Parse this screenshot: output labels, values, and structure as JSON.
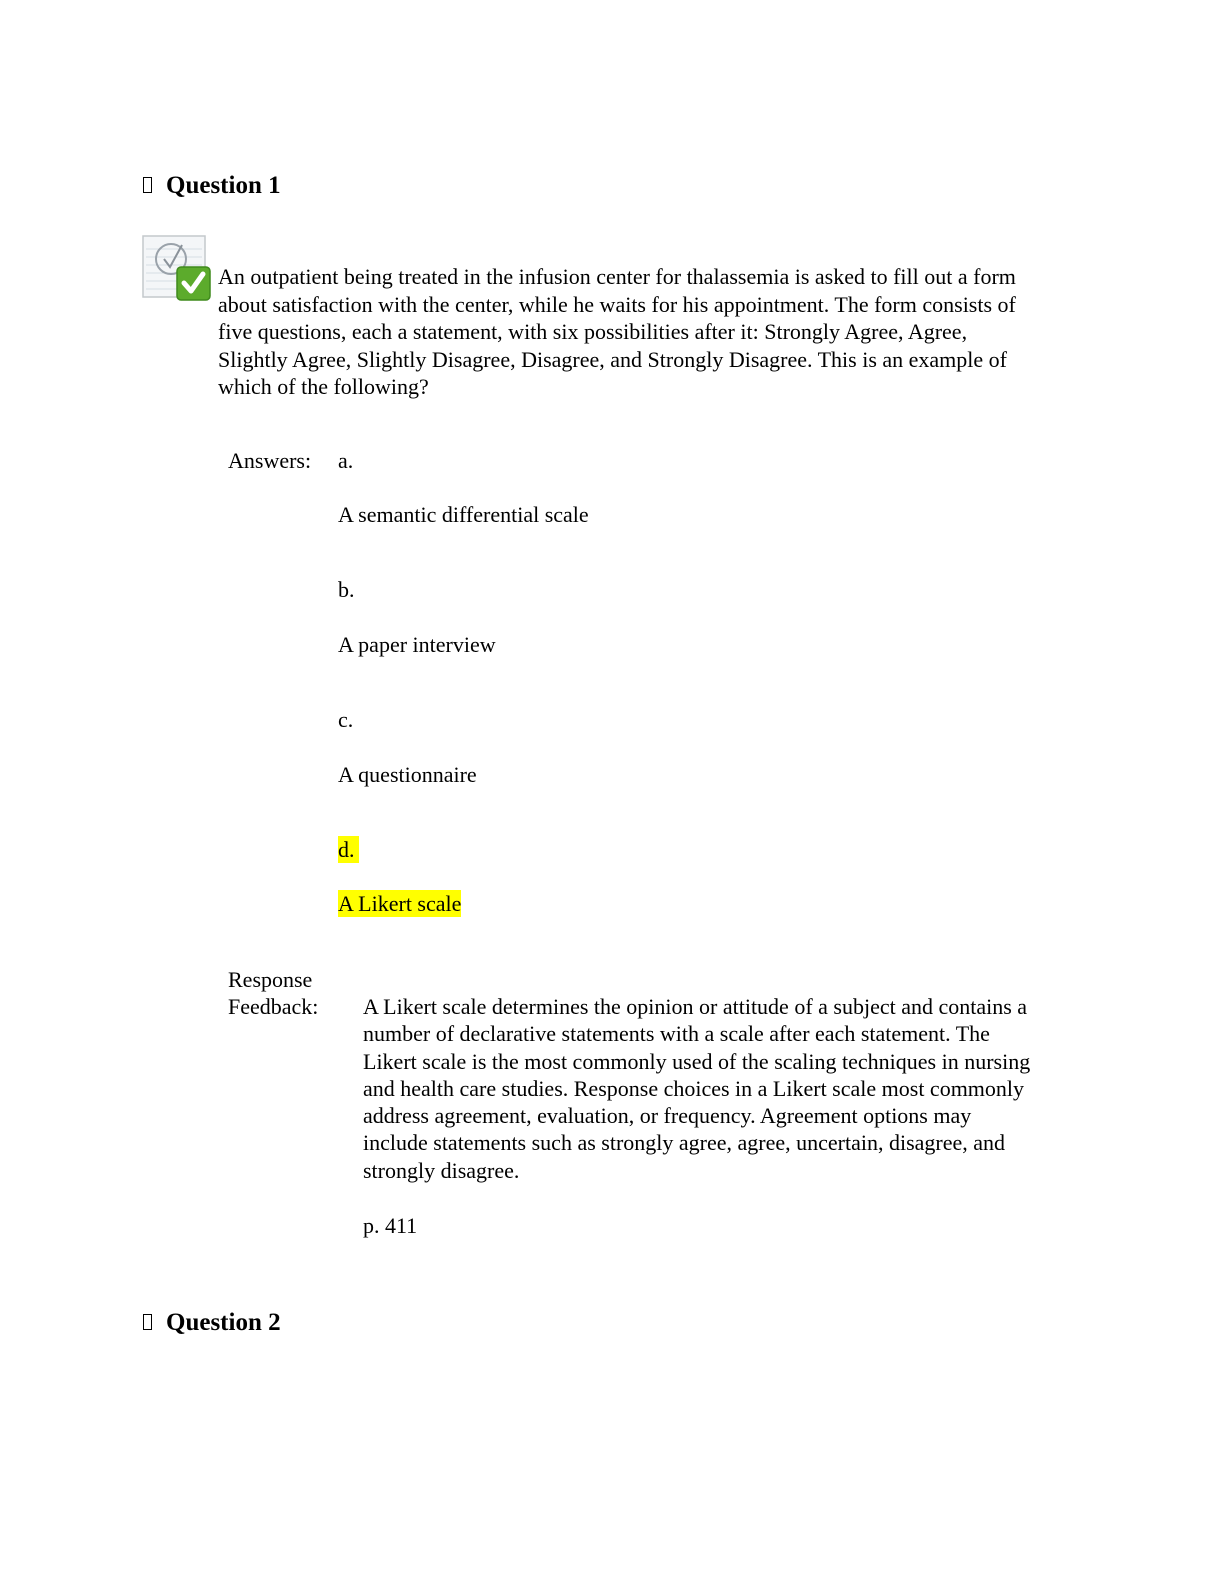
{
  "question1": {
    "heading": "Question 1",
    "text": "An outpatient being treated in the infusion center for thalassemia is asked to fill out a form about satisfaction with the center, while he waits for his appointment. The form consists of five questions, each a statement, with six possibilities after it: Strongly Agree, Agree, Slightly Agree, Slightly Disagree, Disagree, and Strongly Disagree. This is an example of which of the following?",
    "answers_label": "Answers:",
    "options": [
      {
        "letter": "a.",
        "text": "A semantic differential scale"
      },
      {
        "letter": "b.",
        "text": "A paper interview"
      },
      {
        "letter": "c.",
        "text": "A questionnaire"
      },
      {
        "letter": "d.",
        "text": "A Likert scale"
      }
    ],
    "highlight_color": "#ffff00",
    "feedback_label": "Response Feedback:",
    "feedback_text": "A Likert scale determines the opinion or attitude of a subject and contains a number of declarative statements with a scale after each statement. The Likert scale is the most commonly used of the scaling techniques in nursing and health care studies. Response choices in a Likert scale most commonly address agreement, evaluation, or frequency. Agreement options may include statements such as strongly agree, agree, uncertain, disagree, and strongly disagree.",
    "feedback_page": "p. 411",
    "status_icon": "correct-check-icon"
  },
  "question2": {
    "heading": "Question 2"
  }
}
